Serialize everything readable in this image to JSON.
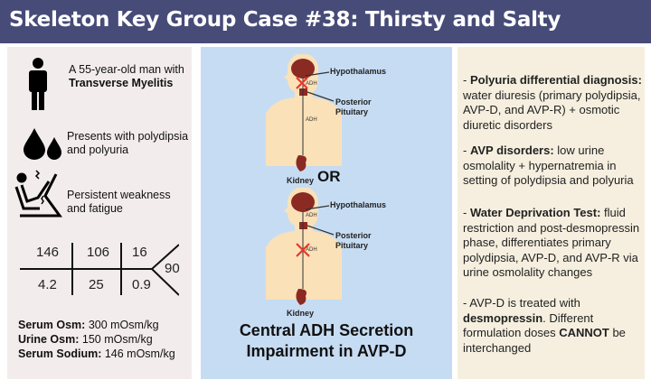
{
  "header": {
    "title": "Skeleton Key Group Case #38: Thirsty and Salty"
  },
  "left": {
    "patient": {
      "prefix": "A 55-year-old man with ",
      "bold": "Transverse Myelitis"
    },
    "presents": "Presents with polydipsia and polyuria",
    "weakness": "Persistent weakness and fatigue",
    "fishbone": {
      "na": "146",
      "cl": "106",
      "bun": "16",
      "k": "4.2",
      "hco3": "25",
      "cr": "0.9",
      "glucose": "90"
    },
    "labs": [
      {
        "label": "Serum Osm:",
        "value": " 300 mOsm/kg"
      },
      {
        "label": "Urine Osm:",
        "value": " 150 mOsm/kg"
      },
      {
        "label": "Serum Sodium:",
        "value": " 146 mOsm/kg"
      }
    ]
  },
  "middle": {
    "hypothalamus": "Hypothalamus",
    "posterior": "Posterior",
    "pituitary": "Pituitary",
    "kidney": "Kidney",
    "adh": "ADH",
    "or": "OR",
    "title_line1": "Central ADH Secretion",
    "title_line2": "Impairment in AVP-D"
  },
  "right": {
    "items": [
      {
        "bold": "Polyuria differential diagnosis:",
        "text": " water diuresis (primary polydipsia, AVP-D, and AVP-R) + osmotic diuretic disorders"
      },
      {
        "bold": "AVP disorders:",
        "text": " low urine osmolality + hypernatremia in setting of polydipsia and polyuria"
      },
      {
        "bold": "Water Deprivation Test:",
        "text": " fluid restriction and post-desmopressin phase, differentiates primary polydipsia, AVP-D, and AVP-R via urine osmolality changes"
      },
      {
        "pre": "AVP-D is treated with ",
        "bold": "desmopressin",
        "mid": ". Different formulation doses ",
        "bold2": "CANNOT",
        "post": " be interchanged"
      }
    ]
  },
  "colors": {
    "header": "#474b78",
    "left": "#f3eced",
    "middle": "#c6dcf3",
    "right": "#f6efdf",
    "organ": "#8b2a22",
    "skin": "#fbe1b8",
    "cross": "#e8382c"
  }
}
